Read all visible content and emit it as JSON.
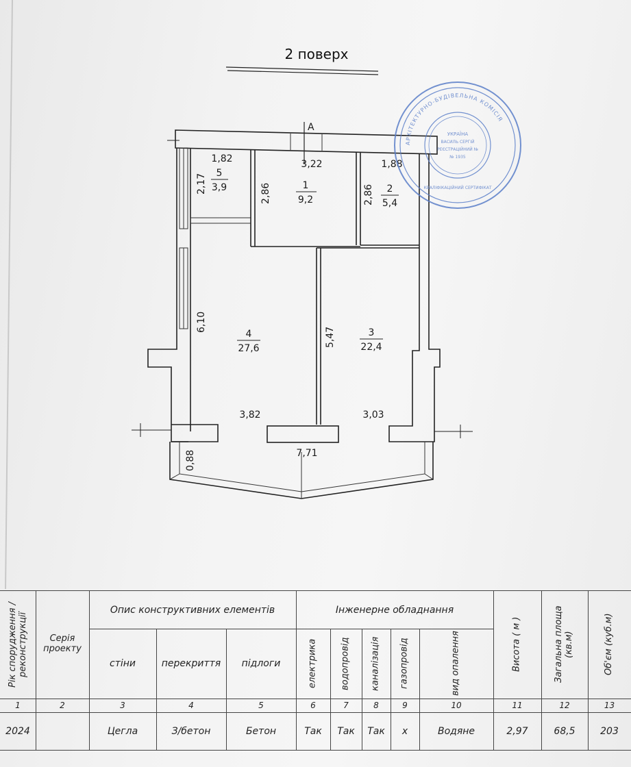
{
  "plan": {
    "title": "2 поверх",
    "axis_mark": "A",
    "rooms": [
      {
        "id": "5",
        "area": "3,9"
      },
      {
        "id": "1",
        "area": "9,2"
      },
      {
        "id": "2",
        "area": "5,4"
      },
      {
        "id": "4",
        "area": "27,6"
      },
      {
        "id": "3",
        "area": "22,4"
      }
    ],
    "dims": {
      "r5_w": "1,82",
      "r5_h": "2,17",
      "r1_w": "3,22",
      "r1_h": "2,86",
      "r2_w": "1,88",
      "r2_h": "2,86",
      "r4_h": "6,10",
      "r4_w": "3,82",
      "r3_h": "5,47",
      "r3_w": "3,03",
      "balcony_w": "7,71",
      "balcony_h": "0,88"
    }
  },
  "stamp": {
    "lines": [
      "ВАСИЛЬ СЕРГІЙ",
      "КВАЛІФІКАЦІЙНИЙ СЕРТИФІКАТ",
      "УКРАЇНА",
      "РЕЄСТРАЦІЙНИЙ №",
      "№ 1935",
      "АРХІТЕКТУРНО-БУДІВЕЛЬНА КОМІСІЯ"
    ]
  },
  "table": {
    "headers": {
      "year": "Рік спорудження / реконструкції",
      "series": "Серія проекту",
      "construct": "Опис конструктивних елементів",
      "walls": "стіни",
      "floors_slab": "перекриття",
      "floors": "підлоги",
      "engineering": "Інженерне обладнання",
      "electric": "електрика",
      "water": "водопровід",
      "sewer": "каналізація",
      "gas": "газопровід",
      "heating": "вид опалення",
      "height": "Висота ( м )",
      "area": "Загальна площа (кв.м)",
      "volume": "Об'єм (куб.м)"
    },
    "numbers": [
      "1",
      "2",
      "3",
      "4",
      "5",
      "6",
      "7",
      "8",
      "9",
      "10",
      "11",
      "12",
      "13"
    ],
    "row": [
      "2024",
      "",
      "Цегла",
      "З/бетон",
      "Бетон",
      "Так",
      "Так",
      "Так",
      "х",
      "Водяне",
      "2,97",
      "68,5",
      "203"
    ]
  }
}
